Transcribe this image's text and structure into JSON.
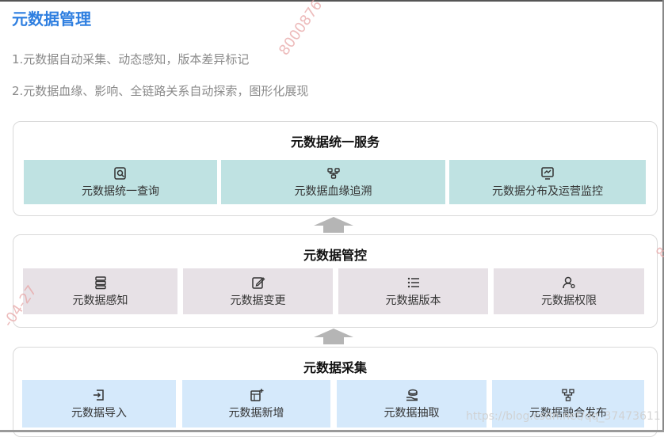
{
  "page": {
    "title": "元数据管理",
    "bullets": [
      "1.元数据自动采集、动态感知，版本差异标记",
      "2.元数据血缘、影响、全链路关系自动探索，图形化展现"
    ]
  },
  "layers": [
    {
      "title": "元数据统一服务",
      "items": [
        {
          "label": "元数据统一查询",
          "icon": "search-doc-icon"
        },
        {
          "label": "元数据血缘追溯",
          "icon": "lineage-icon"
        },
        {
          "label": "元数据分布及运营监控",
          "icon": "monitor-icon"
        }
      ]
    },
    {
      "title": "元数据管控",
      "items": [
        {
          "label": "元数据感知",
          "icon": "sense-icon"
        },
        {
          "label": "元数据变更",
          "icon": "edit-icon"
        },
        {
          "label": "元数据版本",
          "icon": "list-icon"
        },
        {
          "label": "元数据权限",
          "icon": "permission-icon"
        }
      ]
    },
    {
      "title": "元数据采集",
      "items": [
        {
          "label": "元数据导入",
          "icon": "import-icon"
        },
        {
          "label": "元数据新增",
          "icon": "add-icon"
        },
        {
          "label": "元数据抽取",
          "icon": "extract-icon"
        },
        {
          "label": "元数据融合发布",
          "icon": "merge-publish-icon"
        }
      ]
    }
  ],
  "watermarks": {
    "top": "8000876",
    "left": "-04-27",
    "right": "8",
    "footer": "https://blog.csdn.net/qq_37473611"
  },
  "colors": {
    "title": "#2f7fe0",
    "service_cells": "#bfe2e2",
    "control_cells": "#e7e1e6",
    "collect_cells": "#d5e9fb",
    "arrow": "#b5b5b5"
  }
}
